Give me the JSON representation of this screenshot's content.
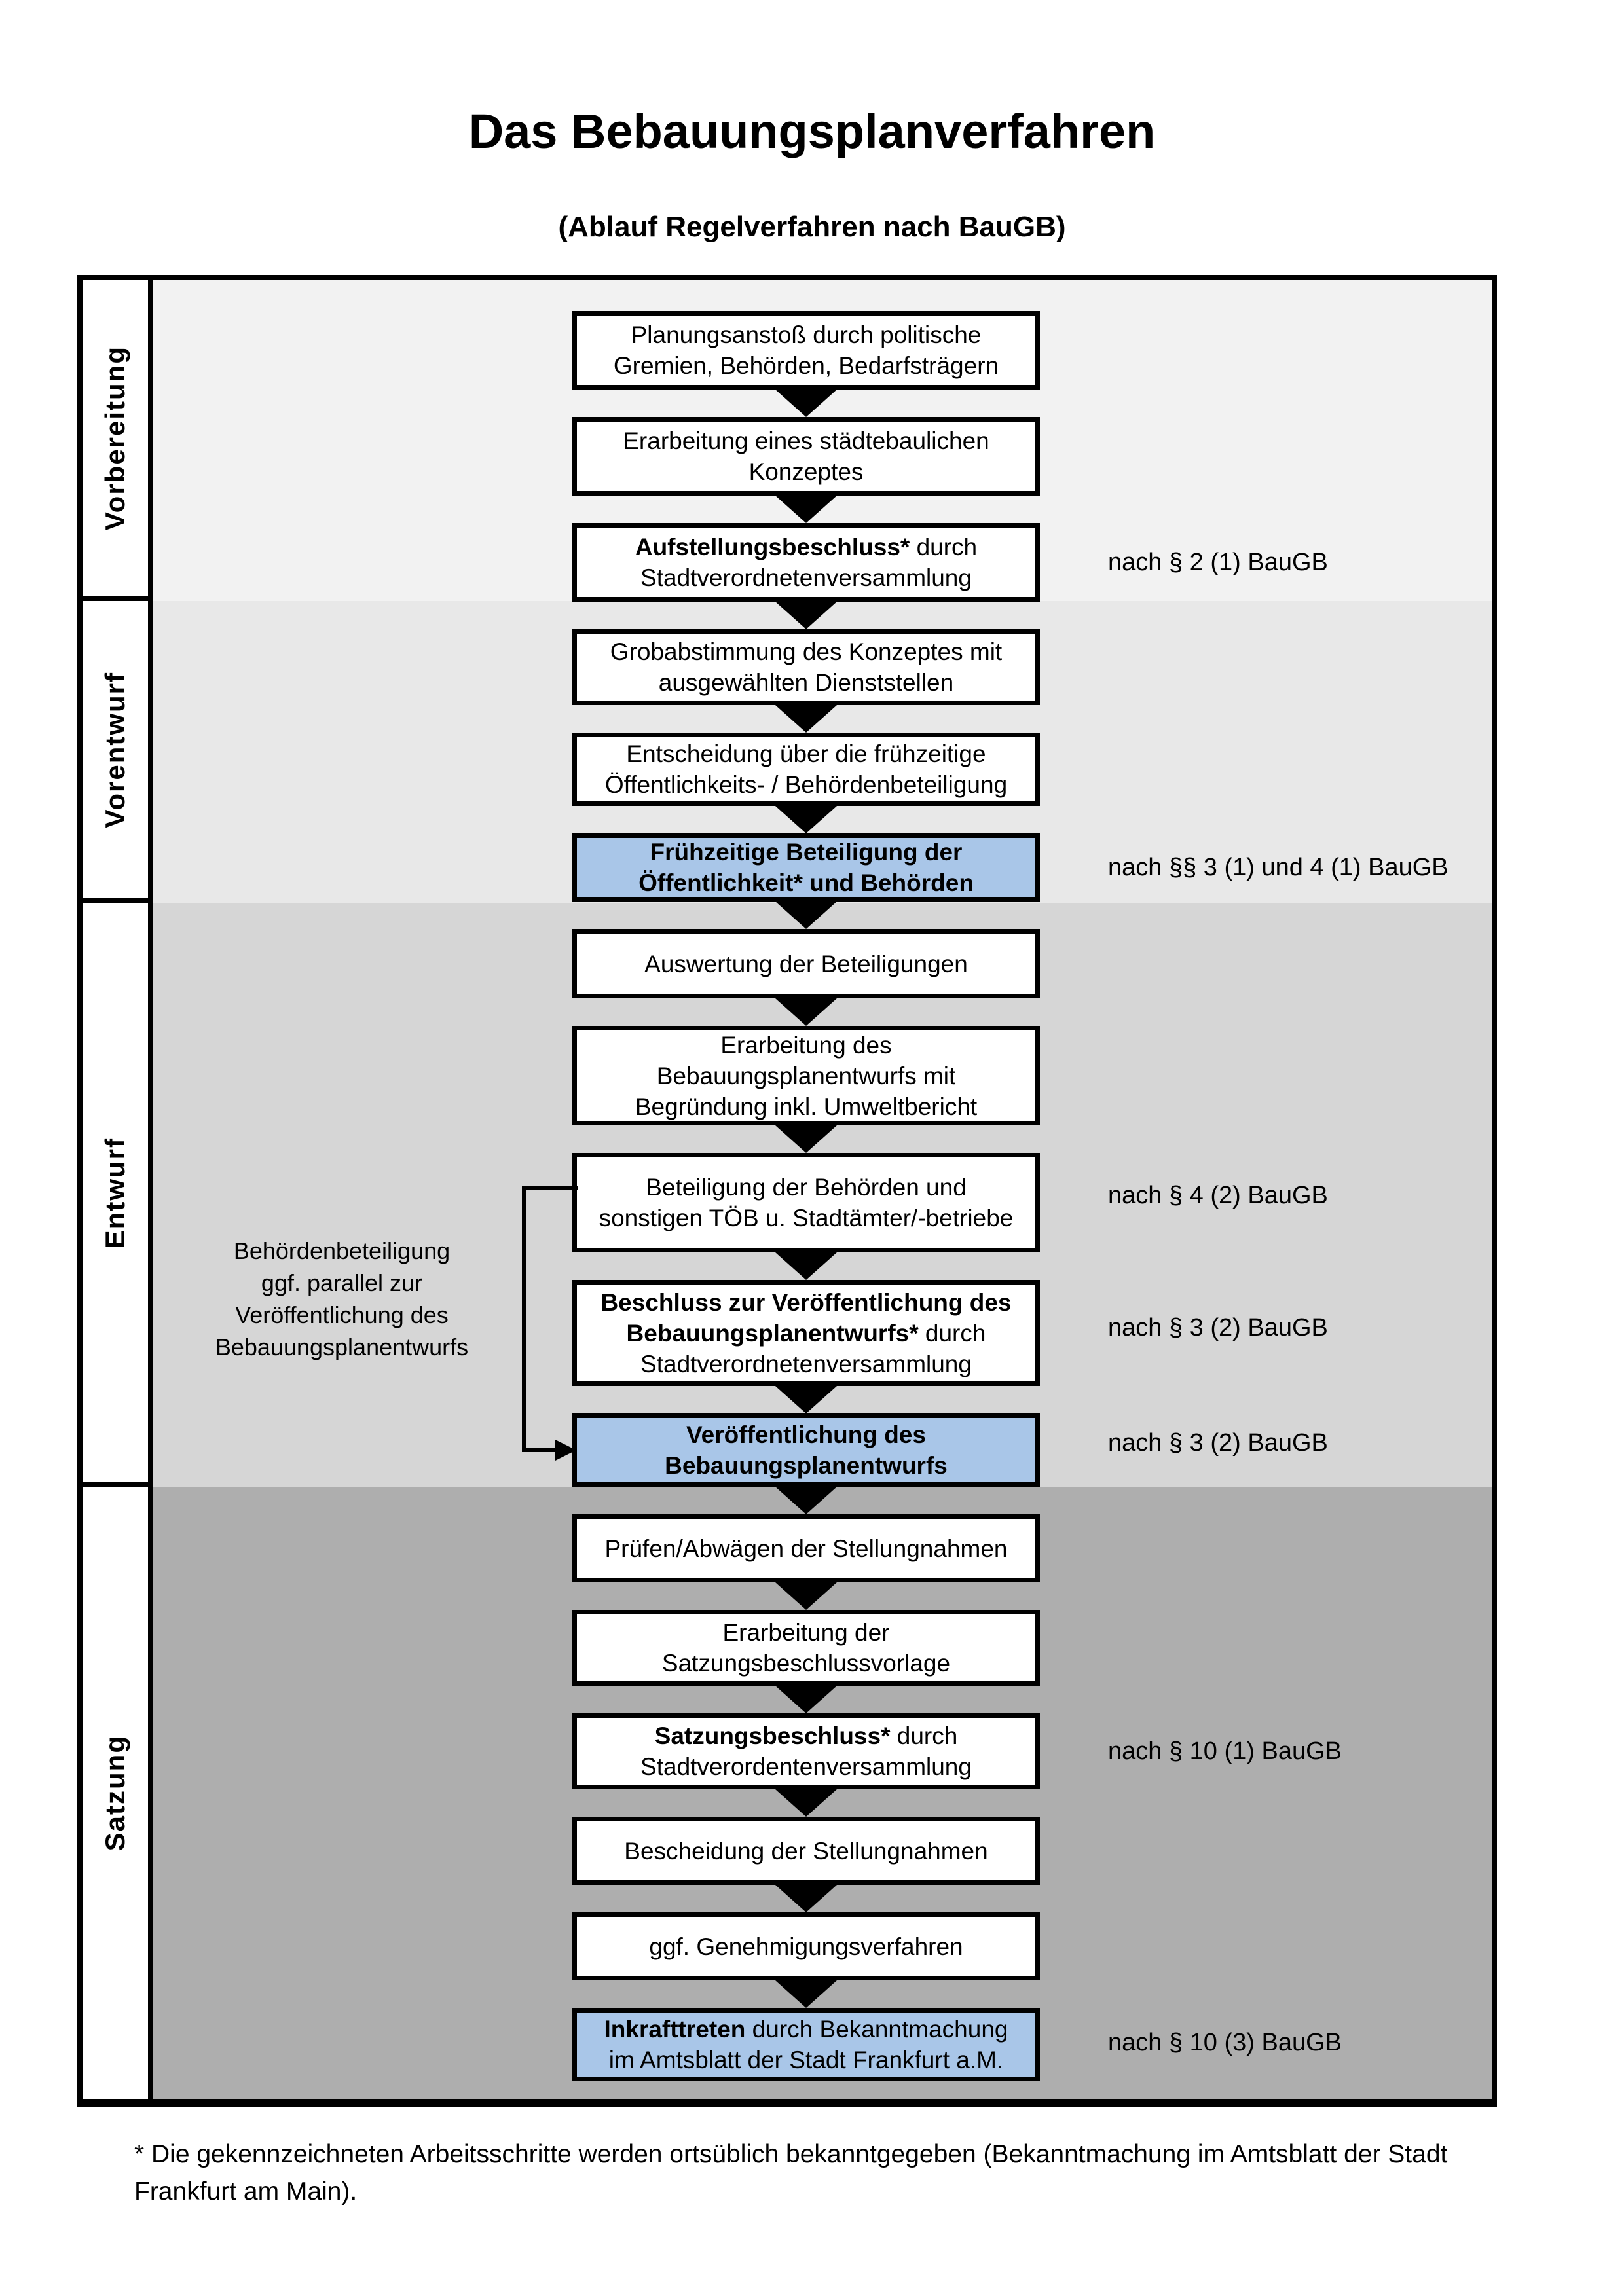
{
  "page": {
    "title": "Das Bebauungsplanverfahren",
    "subtitle": "(Ablauf Regelverfahren nach BauGB)"
  },
  "phases": [
    {
      "label": "Vorbereitung"
    },
    {
      "label": "Vorentwurf"
    },
    {
      "label": "Entwurf"
    },
    {
      "label": "Satzung"
    }
  ],
  "steps": [
    {
      "lines": [
        {
          "r": "Planungsanstoß durch politische"
        },
        {
          "r": "Gremien, Behörden, Bedarfsträgern"
        }
      ]
    },
    {
      "lines": [
        {
          "r": "Erarbeitung eines städtebaulichen"
        },
        {
          "r": "Konzeptes"
        }
      ]
    },
    {
      "lines": [
        {
          "b": "Aufstellungsbeschluss*",
          "r": " durch"
        },
        {
          "r": "Stadtverordnetenversammlung"
        }
      ]
    },
    {
      "lines": [
        {
          "r": "Grobabstimmung des Konzeptes mit"
        },
        {
          "r": "ausgewählten Dienststellen"
        }
      ]
    },
    {
      "lines": [
        {
          "r": "Entscheidung über die frühzeitige"
        },
        {
          "r": "Öffentlichkeits- / Behördenbeteiligung"
        }
      ]
    },
    {
      "highlighted": true,
      "lines": [
        {
          "b": "Frühzeitige Beteiligung der"
        },
        {
          "b": "Öffentlichkeit* und Behörden"
        }
      ]
    },
    {
      "lines": [
        {
          "r": "Auswertung der Beteiligungen"
        }
      ]
    },
    {
      "lines": [
        {
          "r": "Erarbeitung des"
        },
        {
          "r": "Bebauungsplanentwurfs mit"
        },
        {
          "r": "Begründung inkl. Umweltbericht"
        }
      ]
    },
    {
      "lines": [
        {
          "r": "Beteiligung der Behörden und"
        },
        {
          "r": "sonstigen TÖB u. Stadtämter/-betriebe"
        }
      ]
    },
    {
      "lines": [
        {
          "b": "Beschluss zur Veröffentlichung des"
        },
        {
          "b": "Bebauungsplanentwurfs*",
          "r": " durch"
        },
        {
          "r": "Stadtverordnetenversammlung"
        }
      ]
    },
    {
      "highlighted": true,
      "lines": [
        {
          "b": "Veröffentlichung des"
        },
        {
          "b": "Bebauungsplanentwurfs"
        }
      ]
    },
    {
      "lines": [
        {
          "r": "Prüfen/Abwägen der Stellungnahmen"
        }
      ]
    },
    {
      "lines": [
        {
          "r": "Erarbeitung der"
        },
        {
          "r": "Satzungsbeschlussvorlage"
        }
      ]
    },
    {
      "lines": [
        {
          "b": "Satzungsbeschluss*",
          "r": " durch"
        },
        {
          "r": "Stadtverordentenversammlung"
        }
      ]
    },
    {
      "lines": [
        {
          "r": "Bescheidung der Stellungnahmen"
        }
      ]
    },
    {
      "lines": [
        {
          "r": "ggf. Genehmigungsverfahren"
        }
      ]
    },
    {
      "highlighted": true,
      "lines": [
        {
          "b": "Inkrafttreten",
          "r": " durch Bekanntmachung"
        },
        {
          "r": "im Amtsblatt der Stadt Frankfurt a.M."
        }
      ]
    }
  ],
  "legal_refs": [
    {
      "text": "nach § 2 (1) BauGB"
    },
    {
      "text": "nach §§ 3 (1) und 4 (1) BauGB"
    },
    {
      "text": "nach § 4 (2) BauGB"
    },
    {
      "text": "nach § 3 (2) BauGB"
    },
    {
      "text": "nach § 3 (2) BauGB"
    },
    {
      "text": "nach § 10 (1) BauGB"
    },
    {
      "text": "nach § 10 (3) BauGB"
    }
  ],
  "side_note": {
    "lines": [
      "Behördenbeteiligung",
      "ggf. parallel zur",
      "Veröffentlichung des",
      "Bebauungsplanentwurfs"
    ]
  },
  "footnote": "* Die gekennzeichneten Arbeitsschritte werden ortsüblich bekanntgegeben (Bekanntmachung im Amtsblatt  der Stadt Frankfurt am Main).",
  "colors": {
    "phase_bands": [
      "#f2f2f2",
      "#e8e8e8",
      "#d6d6d6",
      "#aeaeae"
    ],
    "highlight_blue": "#a9c6e8",
    "box_border": "#000000",
    "arrow_black": "#000000"
  }
}
